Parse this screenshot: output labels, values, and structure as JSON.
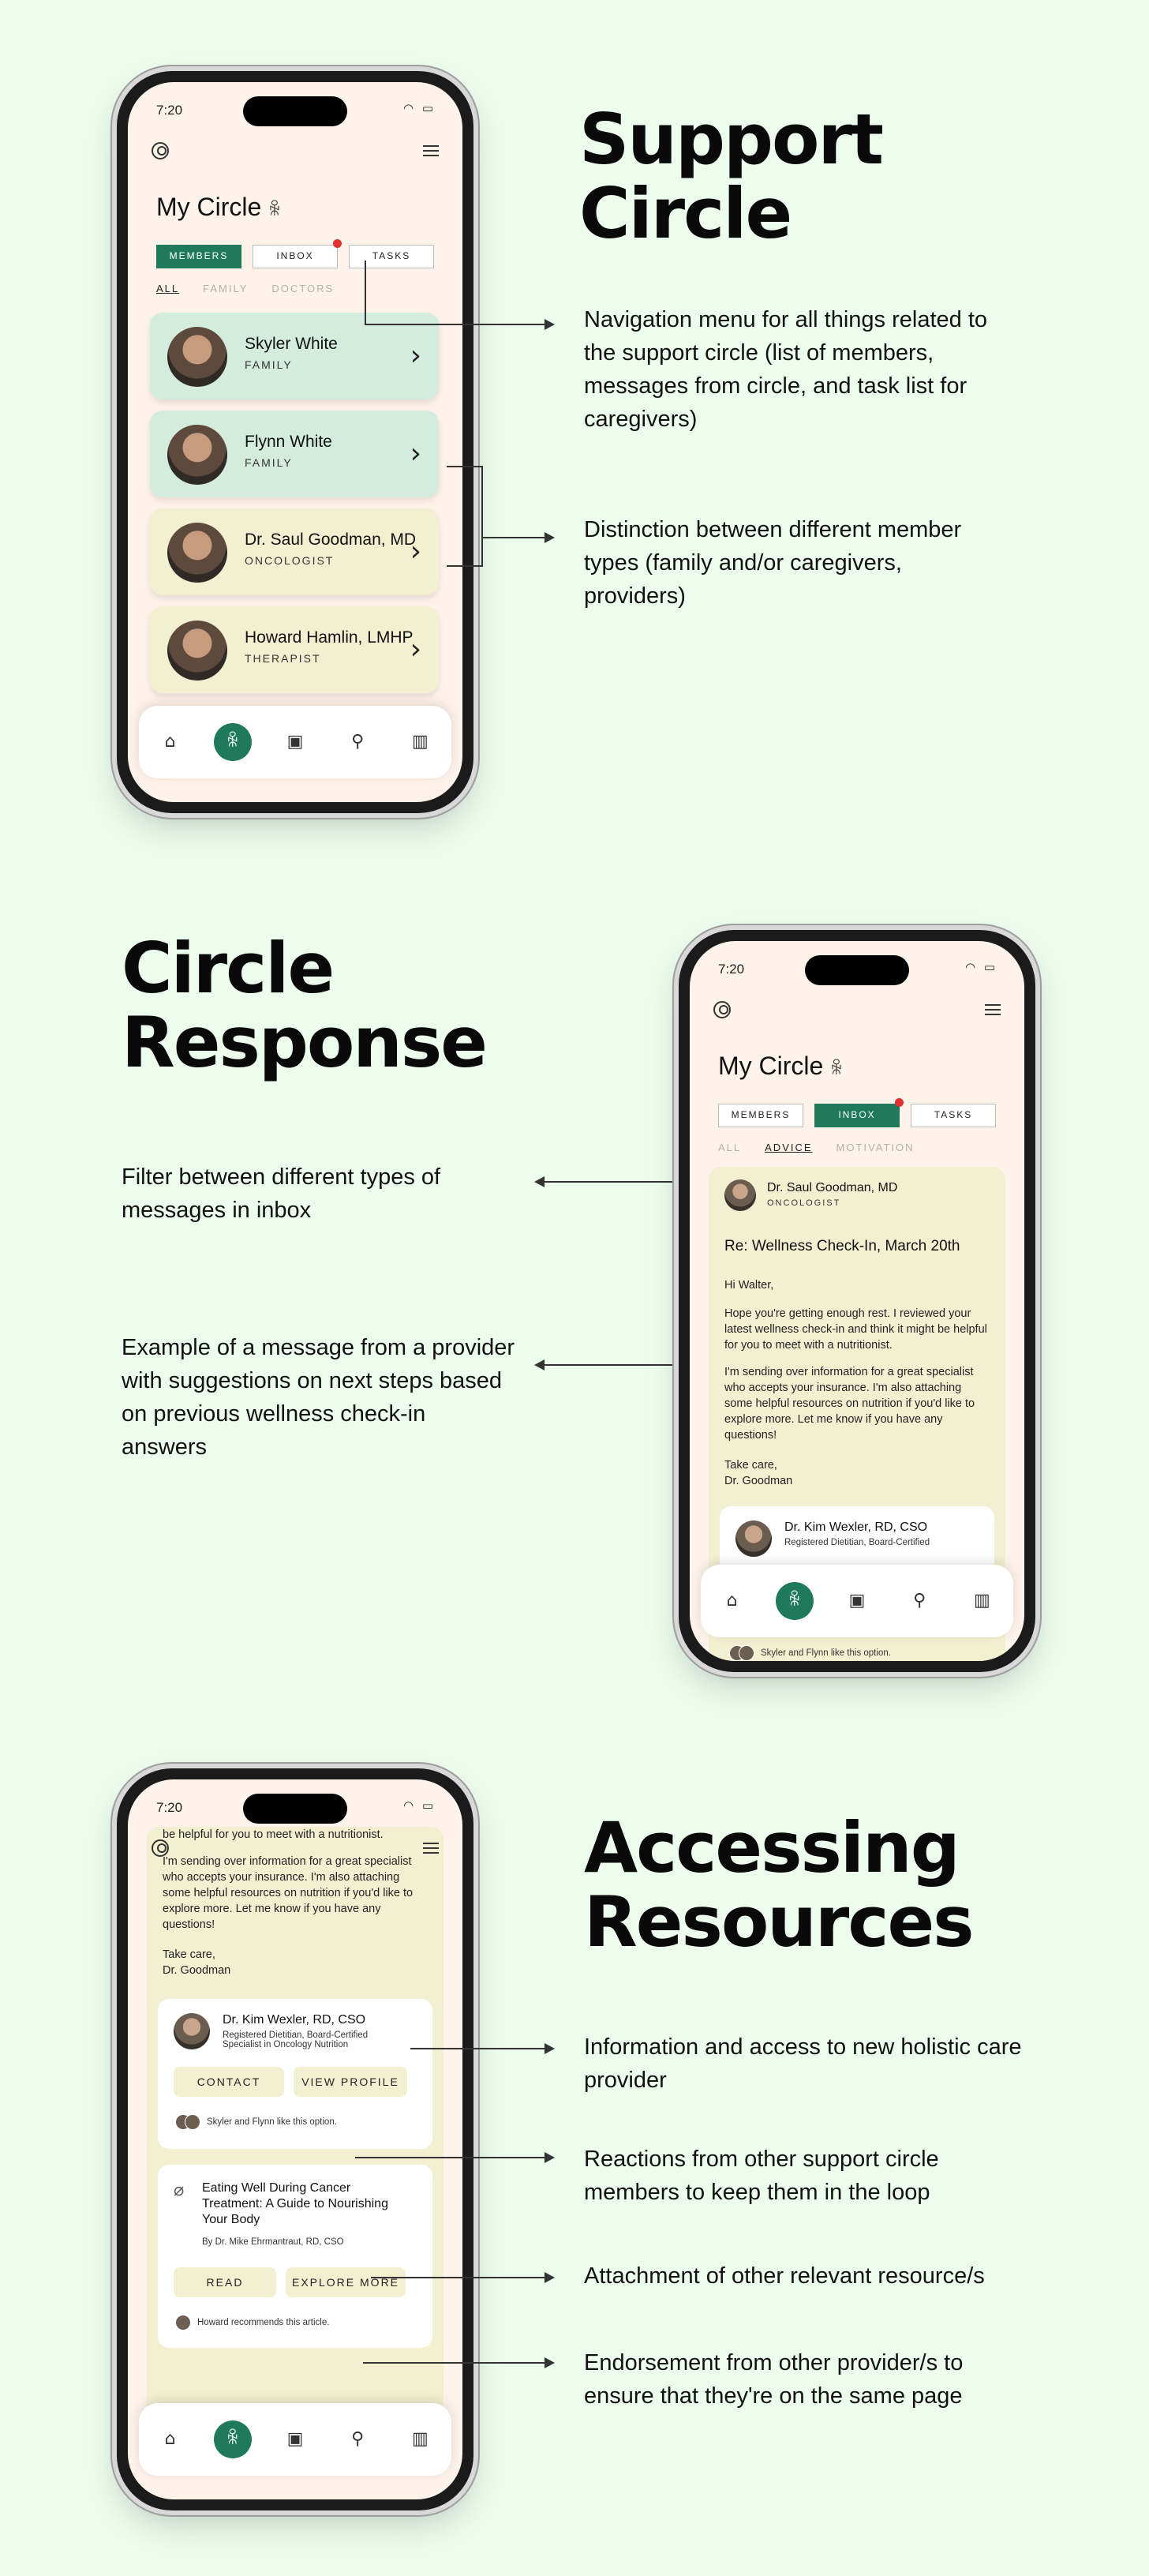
{
  "sections": [
    {
      "heading": "Support\nCircle",
      "annotations": [
        "Navigation menu for all things related to the support circle (list of members, messages from circle, and task list for caregivers)",
        "Distinction between different member types (family and/or caregivers, providers)"
      ]
    },
    {
      "heading": "Circle\nResponse",
      "annotations": [
        "Filter between different types of messages in inbox",
        "Example of a message from a provider with suggestions on next steps based on previous wellness check-in answers"
      ]
    },
    {
      "heading": "Accessing\nResources",
      "annotations": [
        "Information and access to new holistic care provider",
        "Reactions from other support circle members to keep them in the loop",
        "Attachment of other relevant resource/s",
        "Endorsement from other provider/s to ensure that they're on the same page"
      ]
    }
  ],
  "app": {
    "time": "7:20",
    "title": "My Circle",
    "tabs": [
      "MEMBERS",
      "INBOX",
      "TASKS"
    ],
    "member_filters": [
      "ALL",
      "FAMILY",
      "DOCTORS"
    ],
    "inbox_filters": [
      "ALL",
      "ADVICE",
      "MOTIVATION"
    ],
    "members": [
      {
        "name": "Skyler White",
        "role": "FAMILY",
        "type": "family"
      },
      {
        "name": "Flynn White",
        "role": "FAMILY",
        "type": "family"
      },
      {
        "name": "Dr. Saul Goodman, MD",
        "role": "ONCOLOGIST",
        "type": "doctor"
      },
      {
        "name": "Howard Hamlin, LMHP",
        "role": "THERAPIST",
        "type": "doctor"
      }
    ],
    "message": {
      "sender": "Dr. Saul Goodman, MD",
      "sender_role": "ONCOLOGIST",
      "subject": "Re: Wellness Check-In, March 20th",
      "greeting": "Hi Walter,",
      "p1": "Hope you're getting enough rest. I reviewed your latest wellness check-in and think it might be helpful for you to meet with a nutritionist.",
      "p2": "I'm sending over information for a great specialist who accepts your insurance. I'm also attaching some helpful resources on nutrition if you'd like to explore more. Let me know if you have any questions!",
      "signoff": "Take care,\nDr. Goodman",
      "partial_line": "be helpful for you to meet with a nutritionist."
    },
    "provider_card": {
      "name": "Dr. Kim Wexler, RD, CSO",
      "desc": "Registered Dietitian, Board-Certified Specialist in Oncology Nutrition",
      "desc_short": "Registered Dietitian, Board-Certified",
      "btn_contact": "CONTACT",
      "btn_profile": "VIEW PROFILE",
      "reaction": "Skyler and Flynn like this option."
    },
    "resource_card": {
      "title": "Eating Well During Cancer Treatment: A Guide to Nourishing Your Body",
      "author": "By Dr. Mike Ehrmantraut, RD, CSO",
      "btn_read": "READ",
      "btn_explore": "EXPLORE MORE",
      "endorsement": "Howard recommends this article."
    }
  },
  "colors": {
    "background": "#ecfdee",
    "accent": "#1f7a5b",
    "family_card": "#d3ecde",
    "doctor_card": "#f3efd1",
    "notification": "#e03232"
  }
}
